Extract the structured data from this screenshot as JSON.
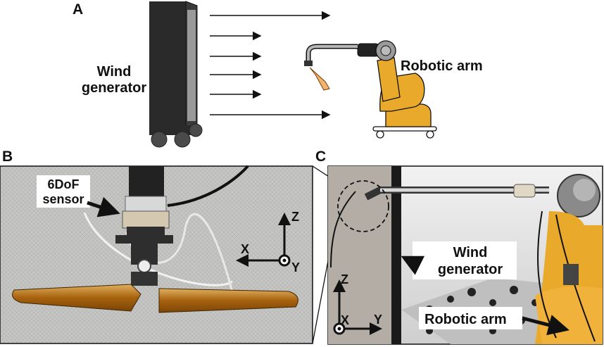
{
  "panels": {
    "a": {
      "letter": "A",
      "wind_label_1": "Wind",
      "wind_label_2": "generator",
      "arm_label": "Robotic arm"
    },
    "b": {
      "letter": "B",
      "sensor_label_1": "6DoF",
      "sensor_label_2": "sensor",
      "axis_z": "Z",
      "axis_x": "X",
      "axis_y": "Y"
    },
    "c": {
      "letter": "C",
      "wind_label_1": "Wind",
      "wind_label_2": "generator",
      "arm_label": "Robotic arm",
      "axis_z": "Z",
      "axis_x": "X",
      "axis_y": "Y"
    }
  },
  "colors": {
    "arm_yellow": "#e9a92b",
    "generator_dark": "#262626",
    "wing_amber": "#b6701a",
    "mesh_gray": "#c3c3c1"
  }
}
